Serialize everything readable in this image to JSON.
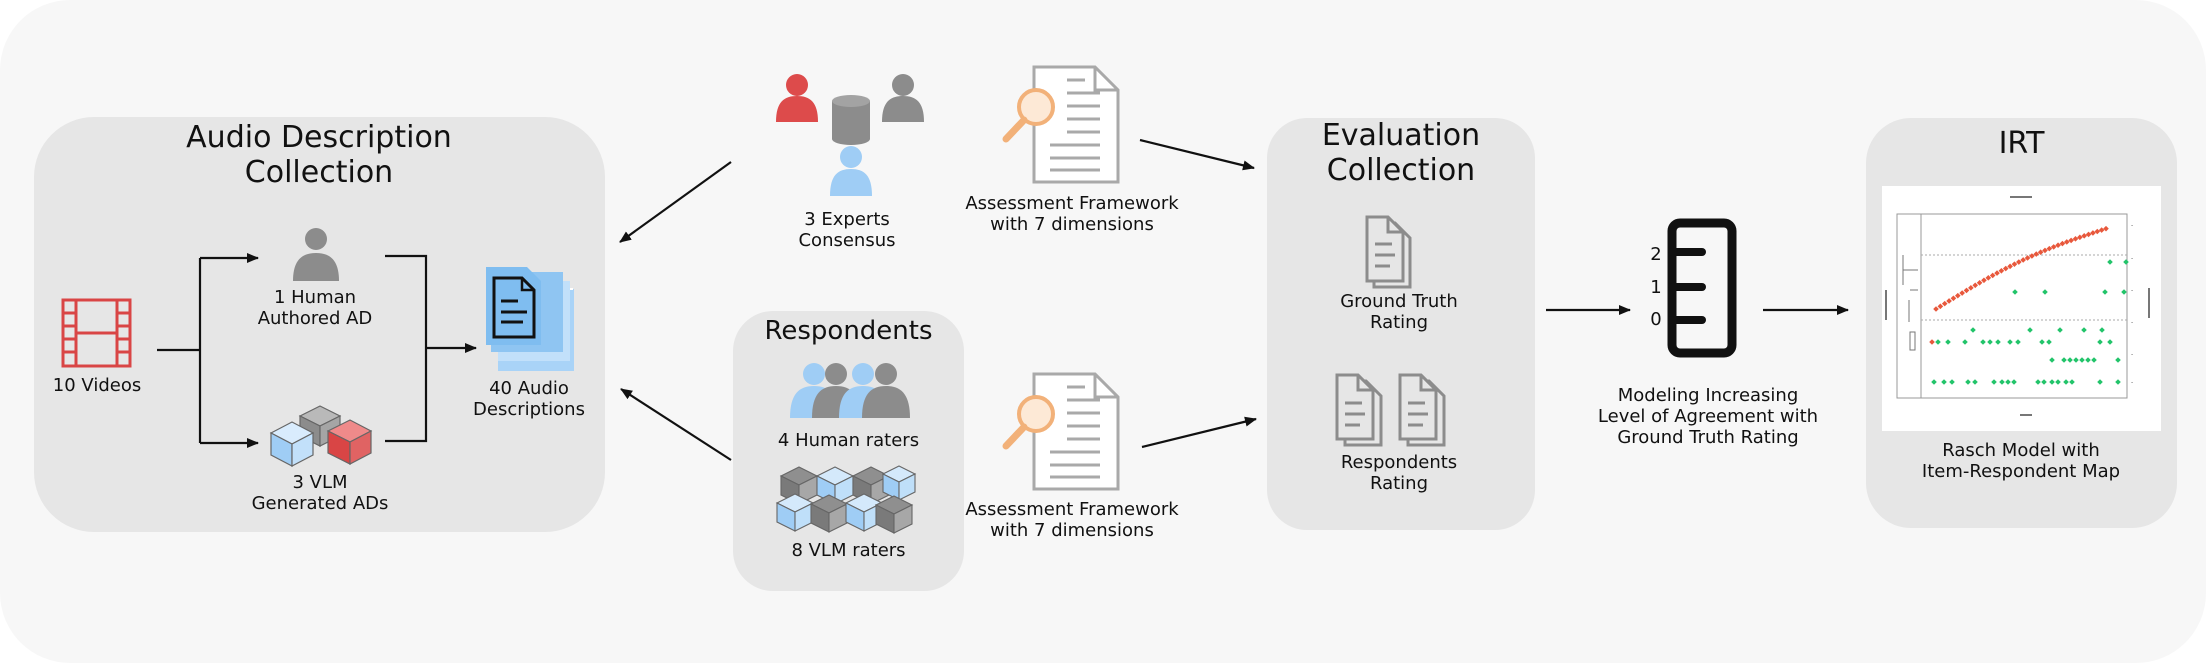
{
  "panels": {
    "audio_description_collection": {
      "title": "Audio Description\nCollection"
    },
    "respondents": {
      "title": "Respondents"
    },
    "evaluation_collection": {
      "title": "Evaluation\nCollection"
    },
    "irt": {
      "title": "IRT"
    }
  },
  "nodes": {
    "videos": "10 Videos",
    "human_ad": "1 Human\nAuthored AD",
    "vlm_ads": "3 VLM\nGenerated ADs",
    "audio_descriptions": "40 Audio\nDescriptions",
    "experts": "3 Experts\nConsensus",
    "framework_top": "Assessment Framework\nwith 7 dimensions",
    "framework_bottom": "Assessment Framework\nwith 7 dimensions",
    "human_raters": "4 Human raters",
    "vlm_raters": "8 VLM raters",
    "ground_truth": "Ground Truth\nRating",
    "respondents_rating": "Respondents\nRating",
    "modeling": "Modeling Increasing\nLevel of Agreement with\nGround Truth Rating",
    "rasch": "Rasch Model with\nItem-Respondent Map"
  },
  "scale": {
    "ticks": [
      "2",
      "1",
      "0"
    ]
  },
  "colors": {
    "human_red": "#dd4b4b",
    "human_grey": "#8c8c8c",
    "human_blue": "#9fcdf5",
    "doc_orange": "#f2b179",
    "video_red": "#d94545",
    "item_red": "#e8583c",
    "respondent_green": "#22c46a"
  },
  "icons": [
    "film-icon",
    "person-icon",
    "cubes-icon",
    "documents-icon",
    "people-group-icon",
    "database-icon",
    "magnifier-document-icon",
    "document-icon",
    "scale-icon",
    "plot-thumbnail"
  ]
}
